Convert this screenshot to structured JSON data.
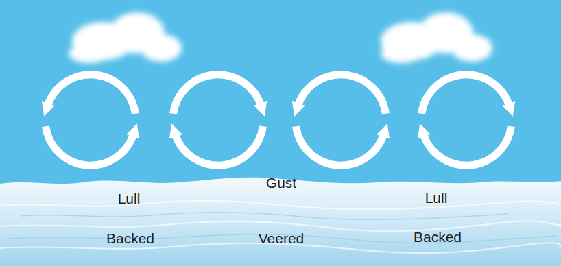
{
  "diagram": {
    "labels": [
      "Lull",
      "Gust",
      "Lull",
      "Backed",
      "Veered",
      "Backed"
    ]
  }
}
